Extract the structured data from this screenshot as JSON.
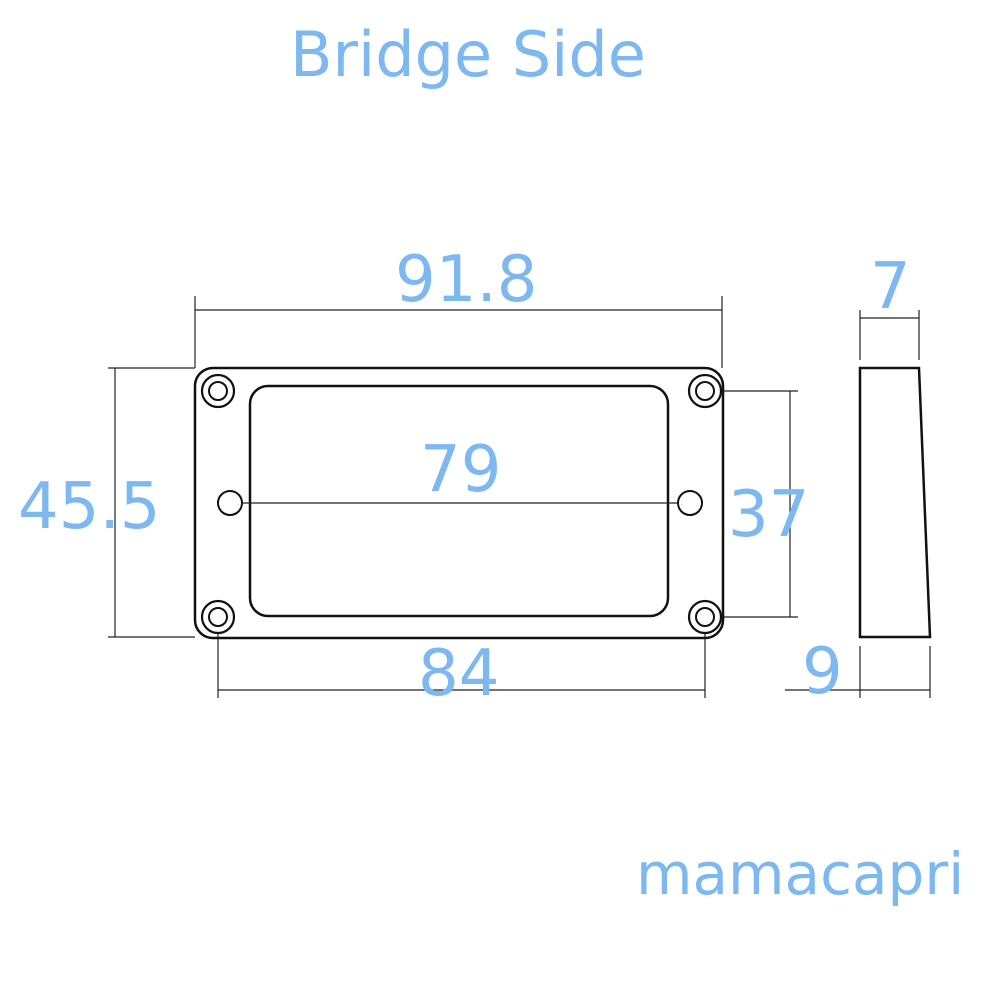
{
  "title": "Bridge Side",
  "brand": "mamacapri",
  "colors": {
    "label": "#7db8f0",
    "line": "#111111",
    "background": "#ffffff"
  },
  "dimensions": {
    "overall_width": "91.8",
    "overall_height": "45.5",
    "inner_hole_spacing": "79",
    "screw_spacing_vertical": "37",
    "screw_spacing_horizontal": "84",
    "top_thickness": "7",
    "bottom_thickness": "9"
  }
}
